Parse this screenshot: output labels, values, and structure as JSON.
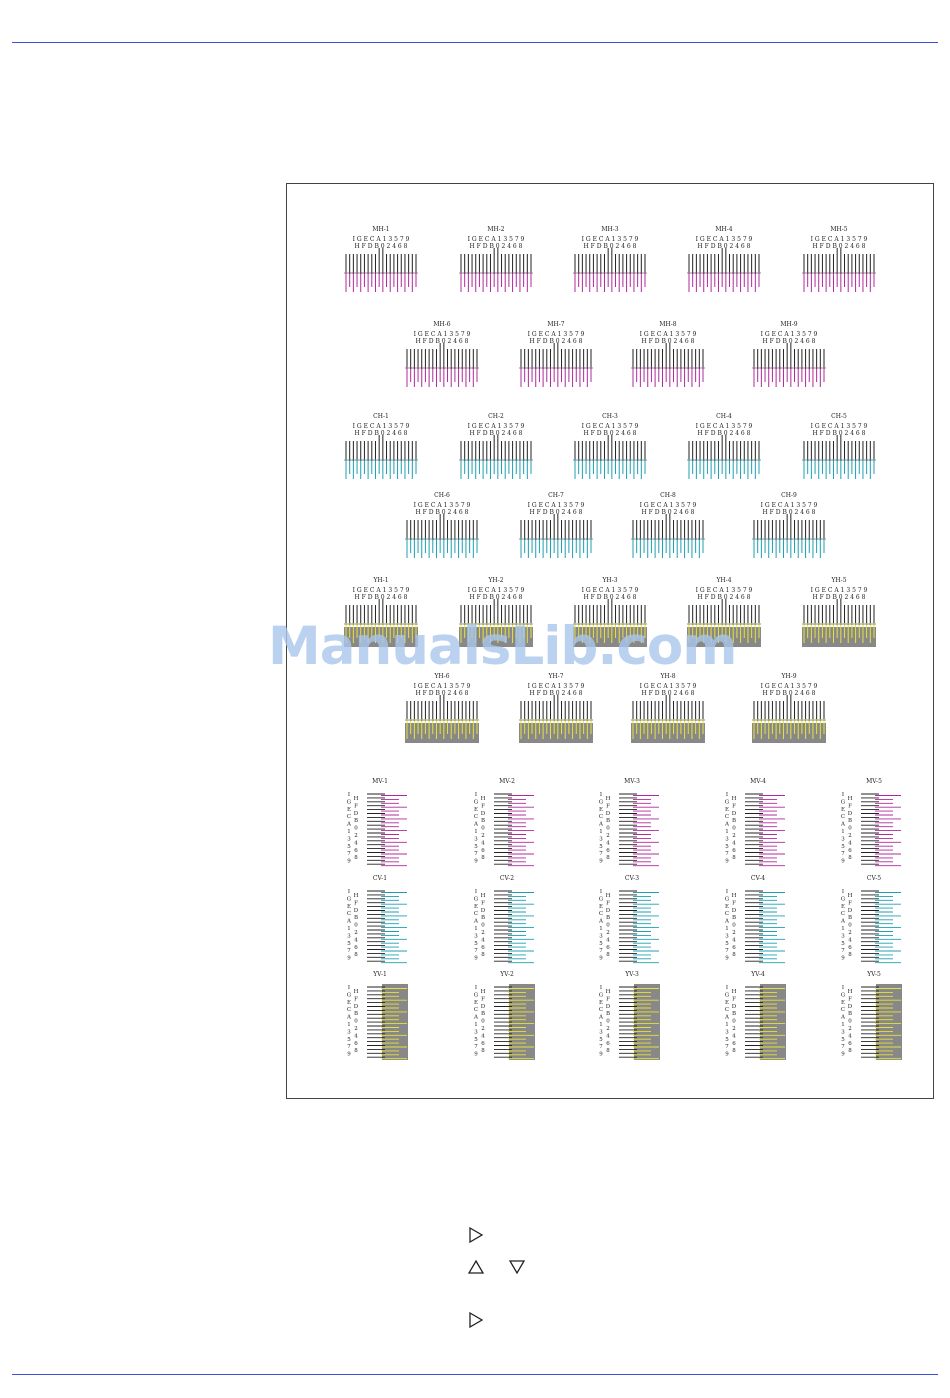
{
  "watermark": "ManualsLib.com",
  "colors": {
    "magenta": "#b1289a",
    "cyan": "#1c9fb2",
    "yellow": "#e8e23a",
    "gray": "#888888",
    "rule": "#3f4fd8"
  },
  "pattern": {
    "h_top": "I G E C A 1 3 5 7 9",
    "h_bottom": "H F D B 0 2 4 6 8",
    "v_left": [
      "I",
      "G",
      "E",
      "C",
      "A",
      "1",
      "3",
      "5",
      "7",
      "9"
    ],
    "v_right": [
      "H",
      "F",
      "D",
      "B",
      "0",
      "2",
      "4",
      "6",
      "8"
    ]
  },
  "h_rows": [
    {
      "color": "magenta",
      "labels": [
        "MH-1",
        "MH-2",
        "MH-3",
        "MH-4",
        "MH-5"
      ]
    },
    {
      "color": "magenta",
      "labels": [
        "MH-6",
        "MH-7",
        "MH-8",
        "MH-9"
      ]
    },
    {
      "color": "cyan",
      "labels": [
        "CH-1",
        "CH-2",
        "CH-3",
        "CH-4",
        "CH-5"
      ]
    },
    {
      "color": "cyan",
      "labels": [
        "CH-6",
        "CH-7",
        "CH-8",
        "CH-9"
      ]
    },
    {
      "color": "yellow",
      "labels": [
        "YH-1",
        "YH-2",
        "YH-3",
        "YH-4",
        "YH-5"
      ]
    },
    {
      "color": "yellow",
      "labels": [
        "YH-6",
        "YH-7",
        "YH-8",
        "YH-9"
      ]
    }
  ],
  "v_rows": [
    {
      "color": "magenta",
      "labels": [
        "MV-1",
        "MV-2",
        "MV-3",
        "MV-4",
        "MV-5"
      ]
    },
    {
      "color": "cyan",
      "labels": [
        "CV-1",
        "CV-2",
        "CV-3",
        "CV-4",
        "CV-5"
      ]
    },
    {
      "color": "yellow",
      "labels": [
        "YV-1",
        "YV-2",
        "YV-3",
        "YV-4",
        "YV-5"
      ]
    }
  ],
  "steps": [
    {
      "icon": "triangle-right-icon"
    },
    {
      "icon": "triangle-up-icon"
    },
    {
      "icon": "triangle-down-icon"
    },
    {
      "icon": "triangle-right-icon"
    }
  ]
}
